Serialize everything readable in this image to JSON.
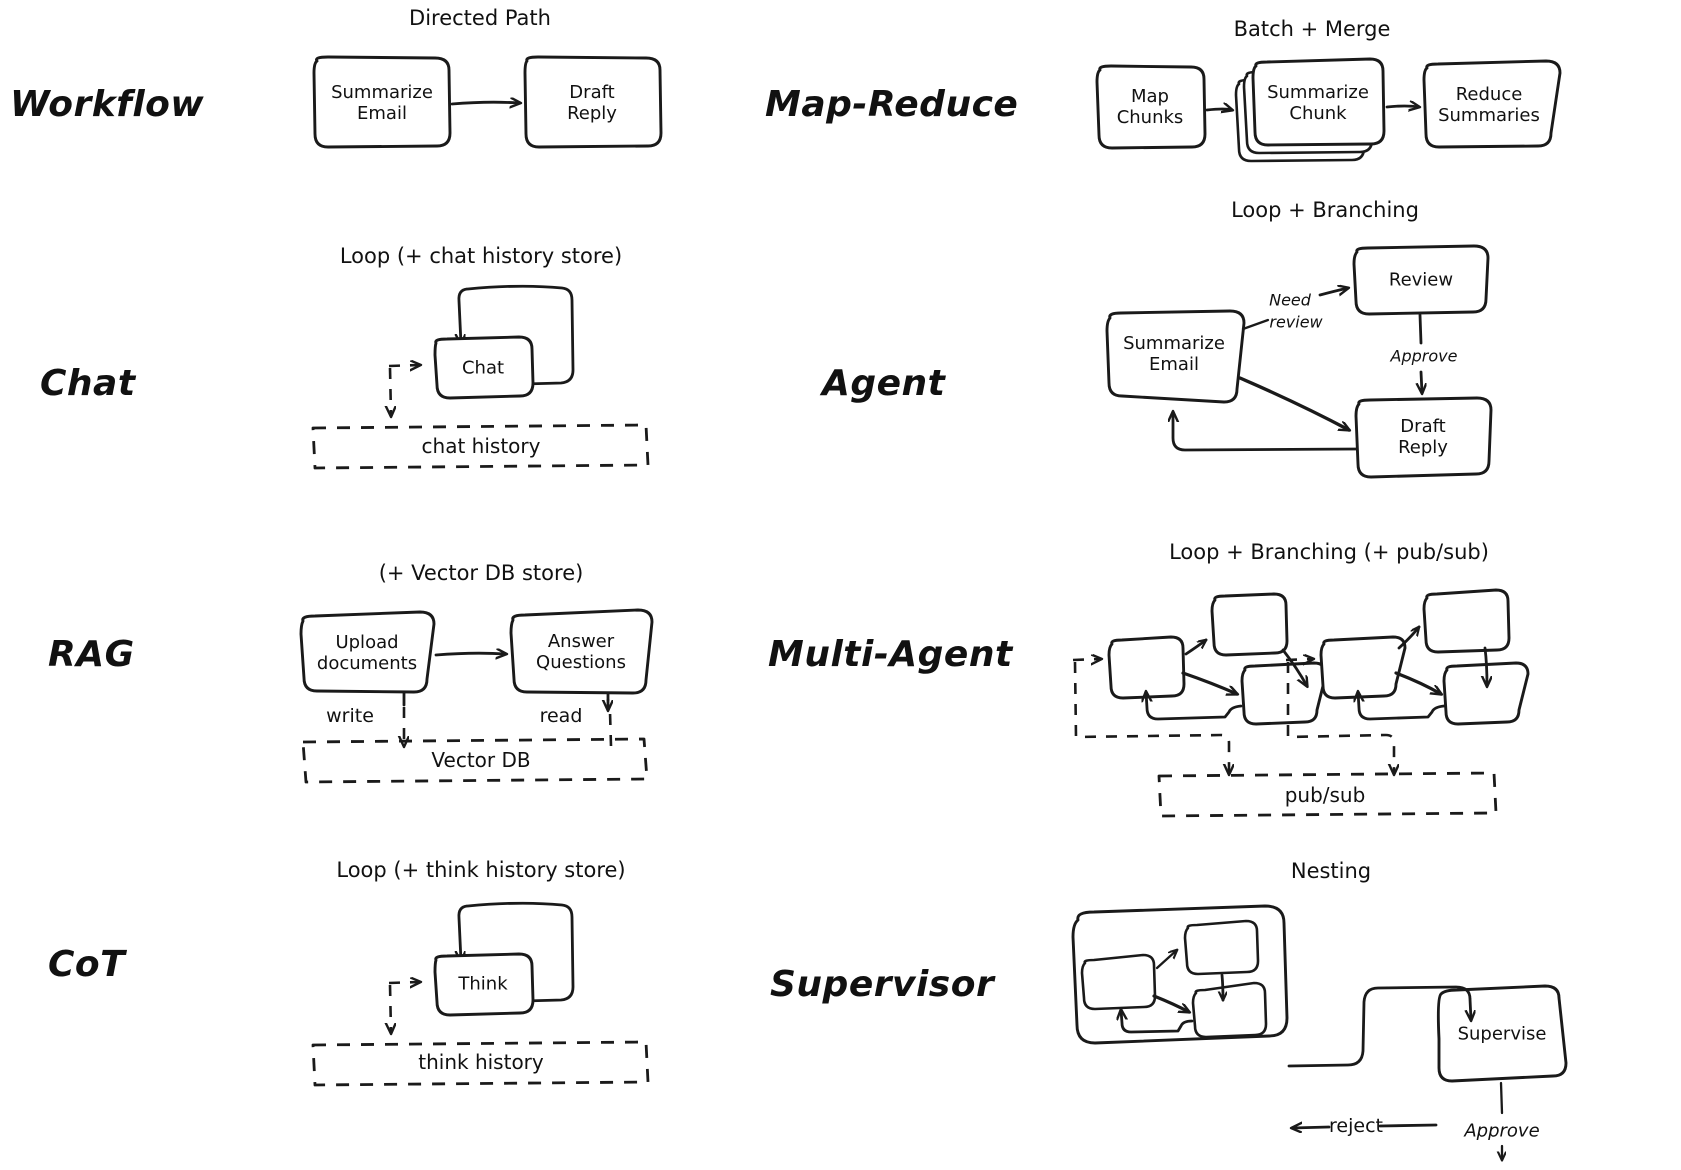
{
  "diagram": {
    "title_rows": [
      {
        "key": "workflow",
        "label": "Workflow",
        "caption": "Directed Path"
      },
      {
        "key": "chat",
        "label": "Chat",
        "caption": "Loop (+ chat history store)"
      },
      {
        "key": "rag",
        "label": "RAG",
        "caption": "(+ Vector DB store)"
      },
      {
        "key": "cot",
        "label": "CoT",
        "caption": "Loop (+ think history store)"
      },
      {
        "key": "map_reduce",
        "label": "Map-Reduce",
        "caption": "Batch + Merge"
      },
      {
        "key": "agent",
        "label": "Agent",
        "caption": "Loop + Branching"
      },
      {
        "key": "multi_agent",
        "label": "Multi-Agent",
        "caption": "Loop + Branching (+ pub/sub)"
      },
      {
        "key": "supervisor",
        "label": "Supervisor",
        "caption": "Nesting"
      }
    ],
    "workflow": {
      "row_label": "Workflow",
      "caption": "Directed Path",
      "nodes": [
        "Summarize\nEmail",
        "Draft\nReply"
      ]
    },
    "map_reduce": {
      "row_label": "Map-Reduce",
      "caption": "Batch + Merge",
      "nodes": [
        "Map\nChunks",
        "Summarize\nChunk",
        "Reduce\nSummaries"
      ],
      "stacked_node": "Summarize\nChunk"
    },
    "chat": {
      "row_label": "Chat",
      "caption": "Loop (+ chat history store)",
      "nodes": [
        "Chat"
      ],
      "store": "chat history"
    },
    "agent": {
      "row_label": "Agent",
      "caption": "Loop + Branching",
      "nodes": [
        "Summarize\nEmail",
        "Review",
        "Draft\nReply"
      ],
      "edge_labels": [
        "Need\nreview",
        "Approve"
      ],
      "edge_label_need": "Need",
      "edge_label_review": "review",
      "edge_label_approve": "Approve"
    },
    "rag": {
      "row_label": "RAG",
      "caption": "(+ Vector DB store)",
      "nodes": [
        "Upload\ndocuments",
        "Answer\nQuestions"
      ],
      "store": "Vector DB",
      "edge_label_write": "write",
      "edge_label_read": "read"
    },
    "multi_agent": {
      "row_label": "Multi-Agent",
      "caption": "Loop + Branching (+ pub/sub)",
      "store": "pub/sub",
      "cluster_count": 2,
      "nodes_per_cluster": 3,
      "node_labels": [
        "",
        "",
        ""
      ]
    },
    "cot": {
      "row_label": "CoT",
      "caption": "Loop (+ think history store)",
      "nodes": [
        "Think"
      ],
      "store": "think history"
    },
    "supervisor": {
      "row_label": "Supervisor",
      "caption": "Nesting",
      "nodes": [
        "Supervise"
      ],
      "inner_node_count": 3,
      "edge_label_reject": "reject",
      "edge_label_approve": "Approve"
    },
    "colors": {
      "stroke": "#1a1a1a",
      "background": "#ffffff",
      "text": "#111111"
    }
  }
}
